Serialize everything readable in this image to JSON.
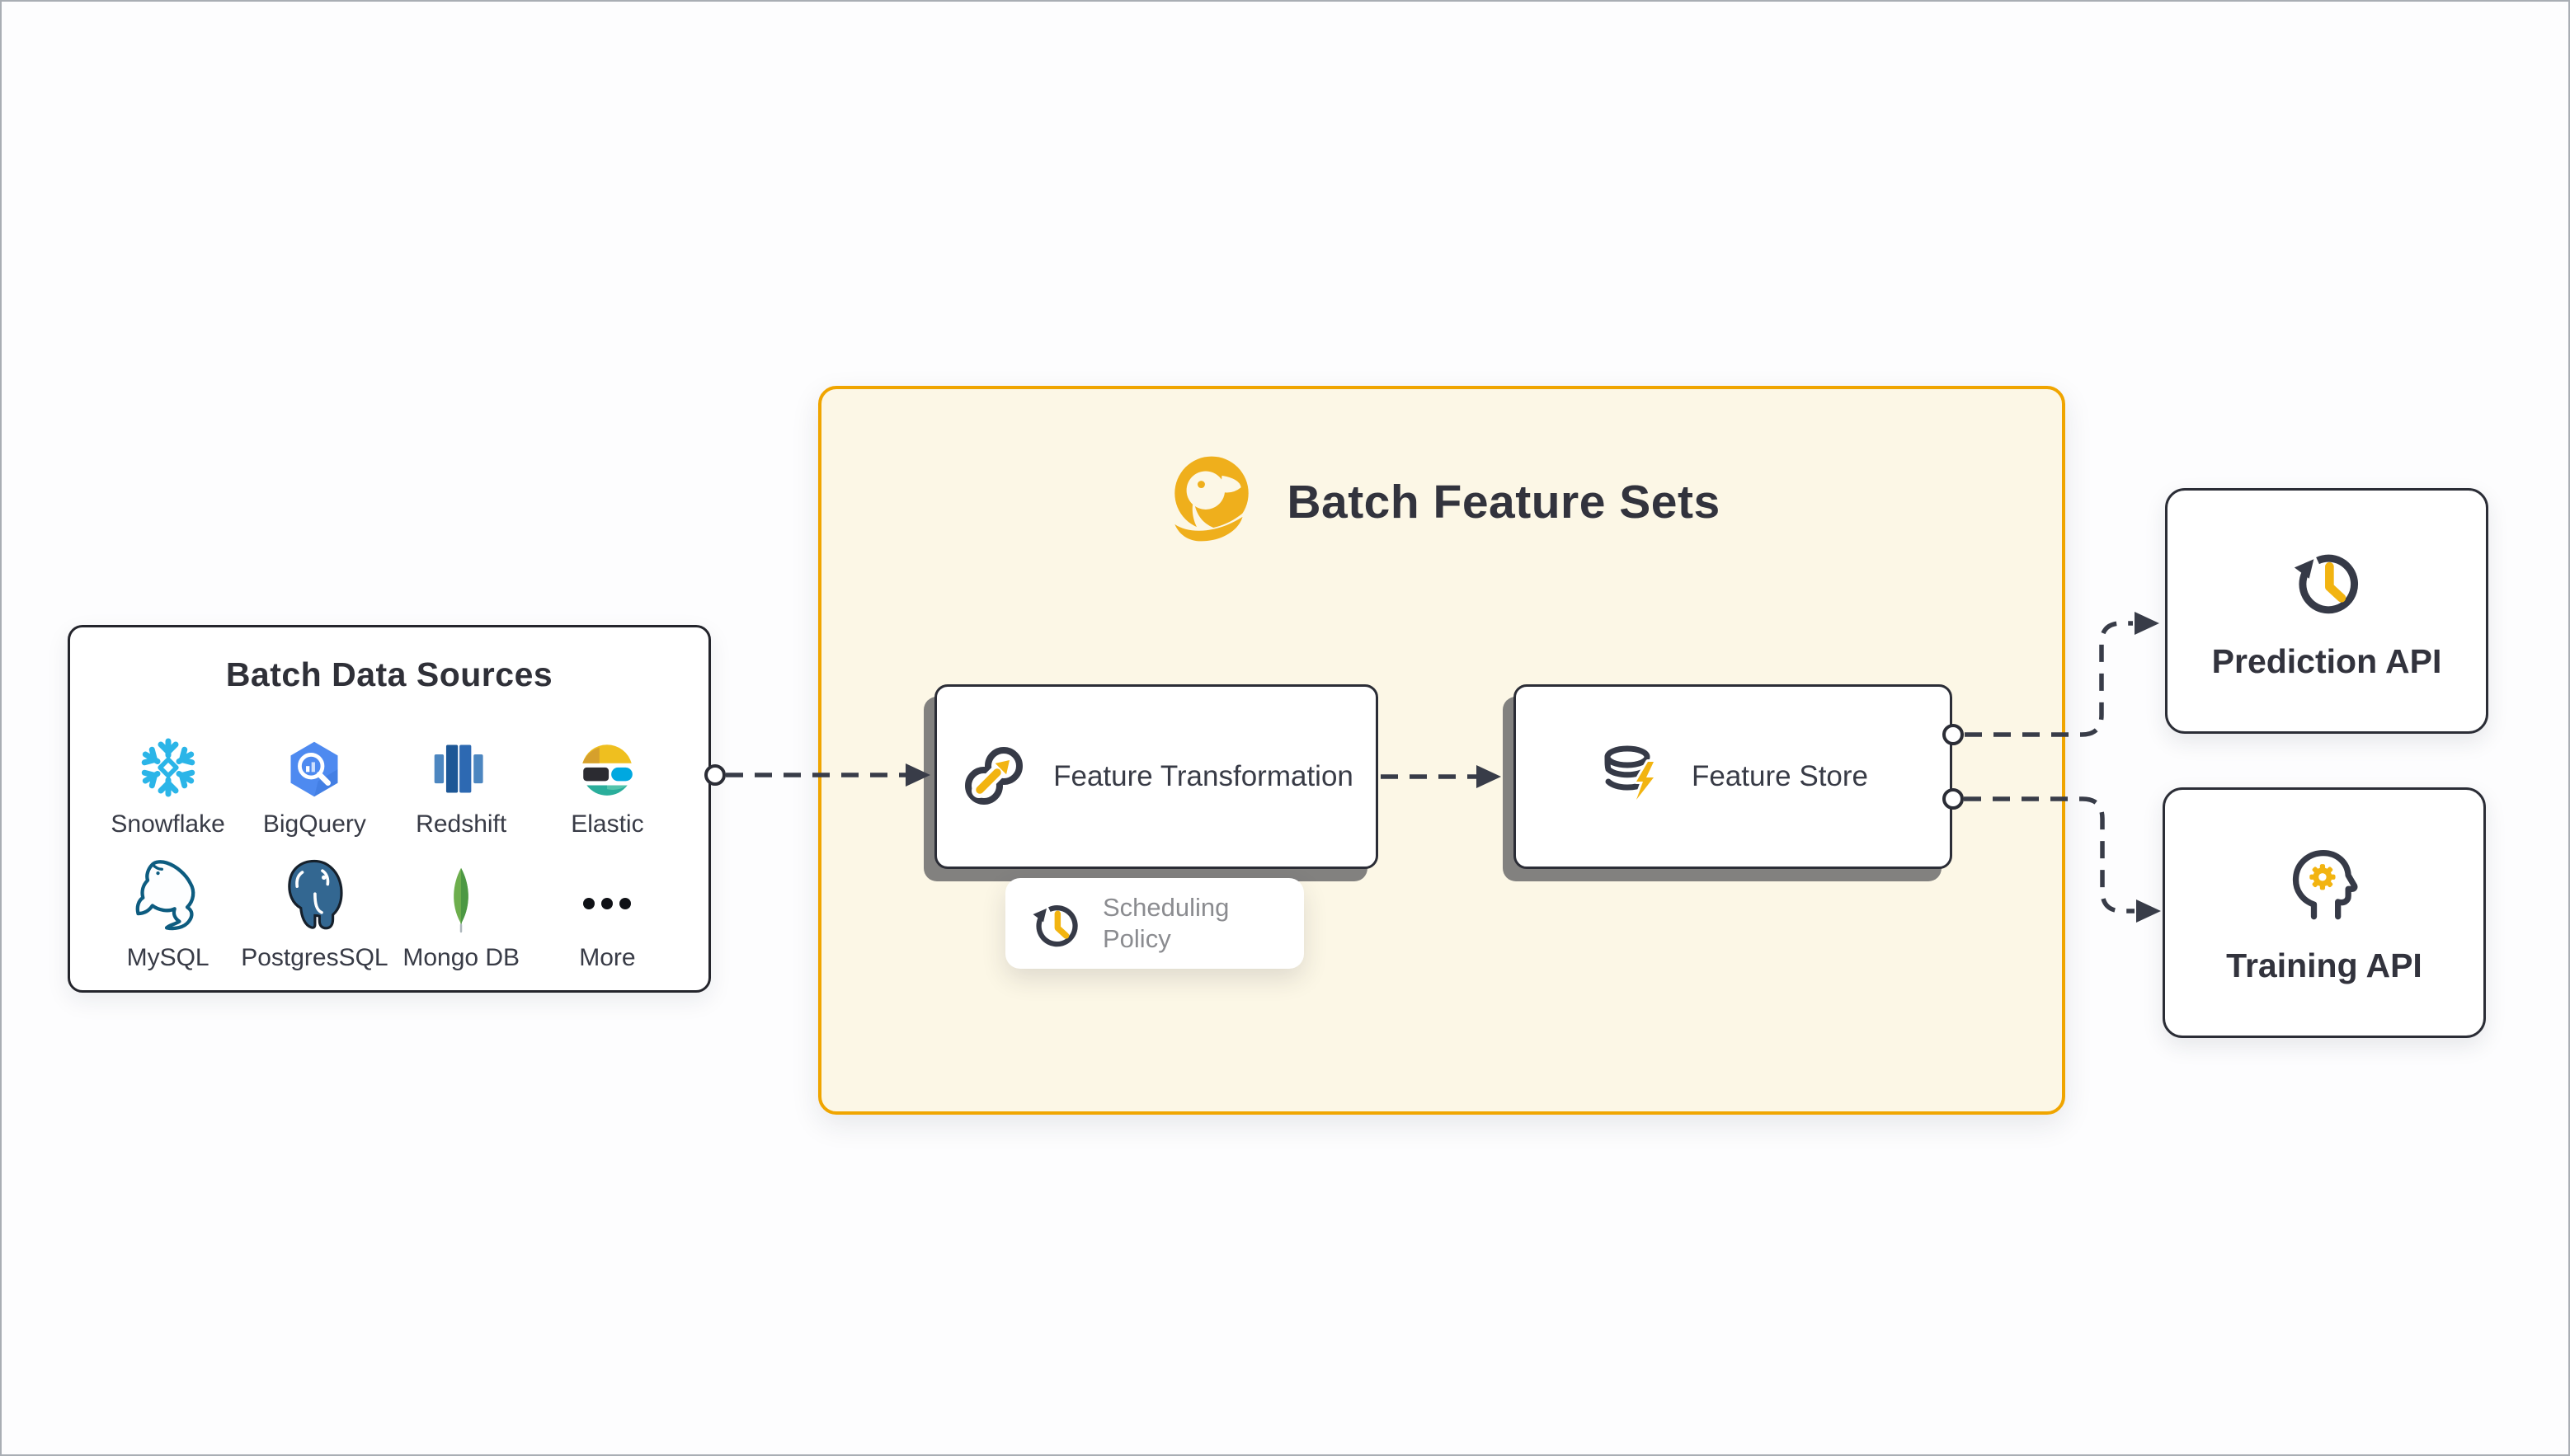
{
  "colors": {
    "accent_yellow": "#F2B411",
    "container_border": "#F0A500",
    "container_fill": "#FCF7E6",
    "dark_ink": "#32333D",
    "gray_text": "#8B8C90",
    "connector": "#383C48"
  },
  "sources_panel": {
    "title": "Batch Data Sources",
    "items": [
      {
        "label": "Snowflake",
        "icon": "snowflake-icon",
        "color": "#2BB5E8"
      },
      {
        "label": "BigQuery",
        "icon": "bigquery-icon",
        "color": "#4E8AF0"
      },
      {
        "label": "Redshift",
        "icon": "redshift-icon",
        "color": "#1F5B9E"
      },
      {
        "label": "Elastic",
        "icon": "elastic-icon",
        "color": "#EFBF1F"
      },
      {
        "label": "MySQL",
        "icon": "mysql-icon",
        "color": "#0D5C80"
      },
      {
        "label": "PostgresSQL",
        "icon": "postgres-icon",
        "color": "#336791"
      },
      {
        "label": "Mongo DB",
        "icon": "mongodb-icon",
        "color": "#58AA50"
      },
      {
        "label": "More",
        "icon": "more-dots-icon",
        "color": "#0F1116"
      }
    ]
  },
  "feature_pipeline": {
    "title": "Batch Feature Sets",
    "logo": "qwak-duck-logo",
    "transformation_label": "Feature Transformation",
    "store_label": "Feature Store",
    "scheduling_label": "Scheduling Policy"
  },
  "outputs": {
    "prediction_label": "Prediction API",
    "training_label": "Training API"
  }
}
